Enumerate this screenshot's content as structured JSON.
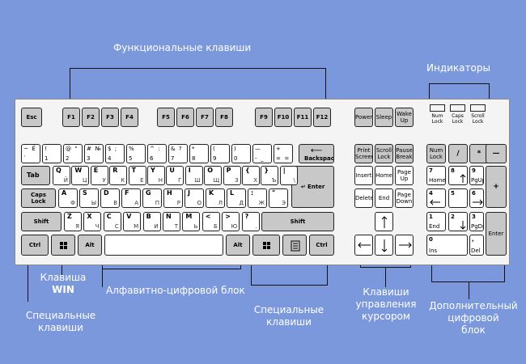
{
  "labels": {
    "function_keys": "Функциональные клавиши",
    "indicators": "Индикаторы",
    "win_key_line1": "Клавиша",
    "win_key_line2": "WIN",
    "special_left_line1": "Специальные",
    "special_left_line2": "клавиши",
    "alphanumeric": "Алфавитно-цифровой блок",
    "special_right_line1": "Специальные",
    "special_right_line2": "клавиши",
    "cursor_line1": "Клавиши",
    "cursor_line2": "управления",
    "cursor_line3": "курсором",
    "numpad_line1": "Дополнительный",
    "numpad_line2": "цифровой",
    "numpad_line3": "блок"
  },
  "indicators": [
    "Num\nLock",
    "Caps\nLock",
    "Scroll\nLock"
  ],
  "keys": {
    "esc": "Esc",
    "f1": "F1",
    "f2": "F2",
    "f3": "F3",
    "f4": "F4",
    "f5": "F5",
    "f6": "F6",
    "f7": "F7",
    "f8": "F8",
    "f9": "F9",
    "f10": "F10",
    "f11": "F11",
    "f12": "F12",
    "power": "Power",
    "sleep": "Sleep",
    "wake": "Wake\nUp",
    "print": "Print\nScreen",
    "scroll": "Scroll\nLock",
    "pause": "Pause\nBreak",
    "insert": "Insert",
    "home": "Home",
    "pgup": "Page\nUp",
    "delete": "Delete",
    "end": "End",
    "pgdn": "Page\nDown",
    "backspace": "Backspace",
    "tab": "Tab",
    "caps": "Caps\nLock",
    "enter": "↵ Enter",
    "shift": "Shift",
    "ctrl": "Ctrl",
    "alt": "Alt",
    "numlock": "Num\nLock",
    "num_div": "/",
    "num_mul": "*",
    "num_minus": "—",
    "num_plus": "+",
    "num_enter": "Enter",
    "n7": "7",
    "n7b": "Home",
    "n8": "8",
    "n9": "9",
    "n9b": "PgUp",
    "n4": "4",
    "n5": "5",
    "n6": "6",
    "n1": "1",
    "n1b": "End",
    "n2": "2",
    "n3": "3",
    "n3b": "PgDn",
    "n0": "0",
    "n0b": "Ins",
    "ndot": ",",
    "ndotb": "Del"
  },
  "number_row": [
    {
      "t": "~  Ё",
      "b": "`"
    },
    {
      "t": "!",
      "b": "1"
    },
    {
      "t": "@  \"",
      "b": "2"
    },
    {
      "t": "#  №",
      "b": "3"
    },
    {
      "t": "$  ;",
      "b": "4"
    },
    {
      "t": "%",
      "b": "5"
    },
    {
      "t": "^  :",
      "b": "6"
    },
    {
      "t": "&  ?",
      "b": "7"
    },
    {
      "t": "*",
      "b": "8"
    },
    {
      "t": "(",
      "b": "9"
    },
    {
      "t": ")",
      "b": "0"
    },
    {
      "t": "—",
      "b": "-  _"
    },
    {
      "t": "+",
      "b": "=  ="
    }
  ],
  "row_q": [
    {
      "l": "Q",
      "r": "Й"
    },
    {
      "l": "W",
      "r": "Ц"
    },
    {
      "l": "E",
      "r": "У"
    },
    {
      "l": "R",
      "r": "К"
    },
    {
      "l": "T",
      "r": "Е"
    },
    {
      "l": "Y",
      "r": "Н"
    },
    {
      "l": "U",
      "r": "Г"
    },
    {
      "l": "I",
      "r": "Ш"
    },
    {
      "l": "O",
      "r": "Щ"
    },
    {
      "l": "P",
      "r": "З"
    },
    {
      "l": "{",
      "r": "Х"
    },
    {
      "l": "}",
      "r": "Ъ"
    },
    {
      "l": "|",
      "r": "\\"
    }
  ],
  "row_a": [
    {
      "l": "A",
      "r": "Ф"
    },
    {
      "l": "S",
      "r": "Ы"
    },
    {
      "l": "D",
      "r": "В"
    },
    {
      "l": "F",
      "r": "А"
    },
    {
      "l": "G",
      "r": "П"
    },
    {
      "l": "H",
      "r": "Р"
    },
    {
      "l": "J",
      "r": "О"
    },
    {
      "l": "K",
      "r": "Л"
    },
    {
      "l": "L",
      "r": "Д"
    },
    {
      "l": ":",
      "r": "Ж"
    },
    {
      "l": "\"",
      "r": "Э"
    }
  ],
  "row_z": [
    {
      "l": "Z",
      "r": "Я"
    },
    {
      "l": "X",
      "r": "Ч"
    },
    {
      "l": "C",
      "r": "С"
    },
    {
      "l": "V",
      "r": "М"
    },
    {
      "l": "B",
      "r": "И"
    },
    {
      "l": "N",
      "r": "Т"
    },
    {
      "l": "M",
      "r": "Ь"
    },
    {
      "l": "<",
      "r": "Б"
    },
    {
      "l": ">",
      "r": "Ю"
    },
    {
      "l": "?",
      "r": "."
    }
  ]
}
